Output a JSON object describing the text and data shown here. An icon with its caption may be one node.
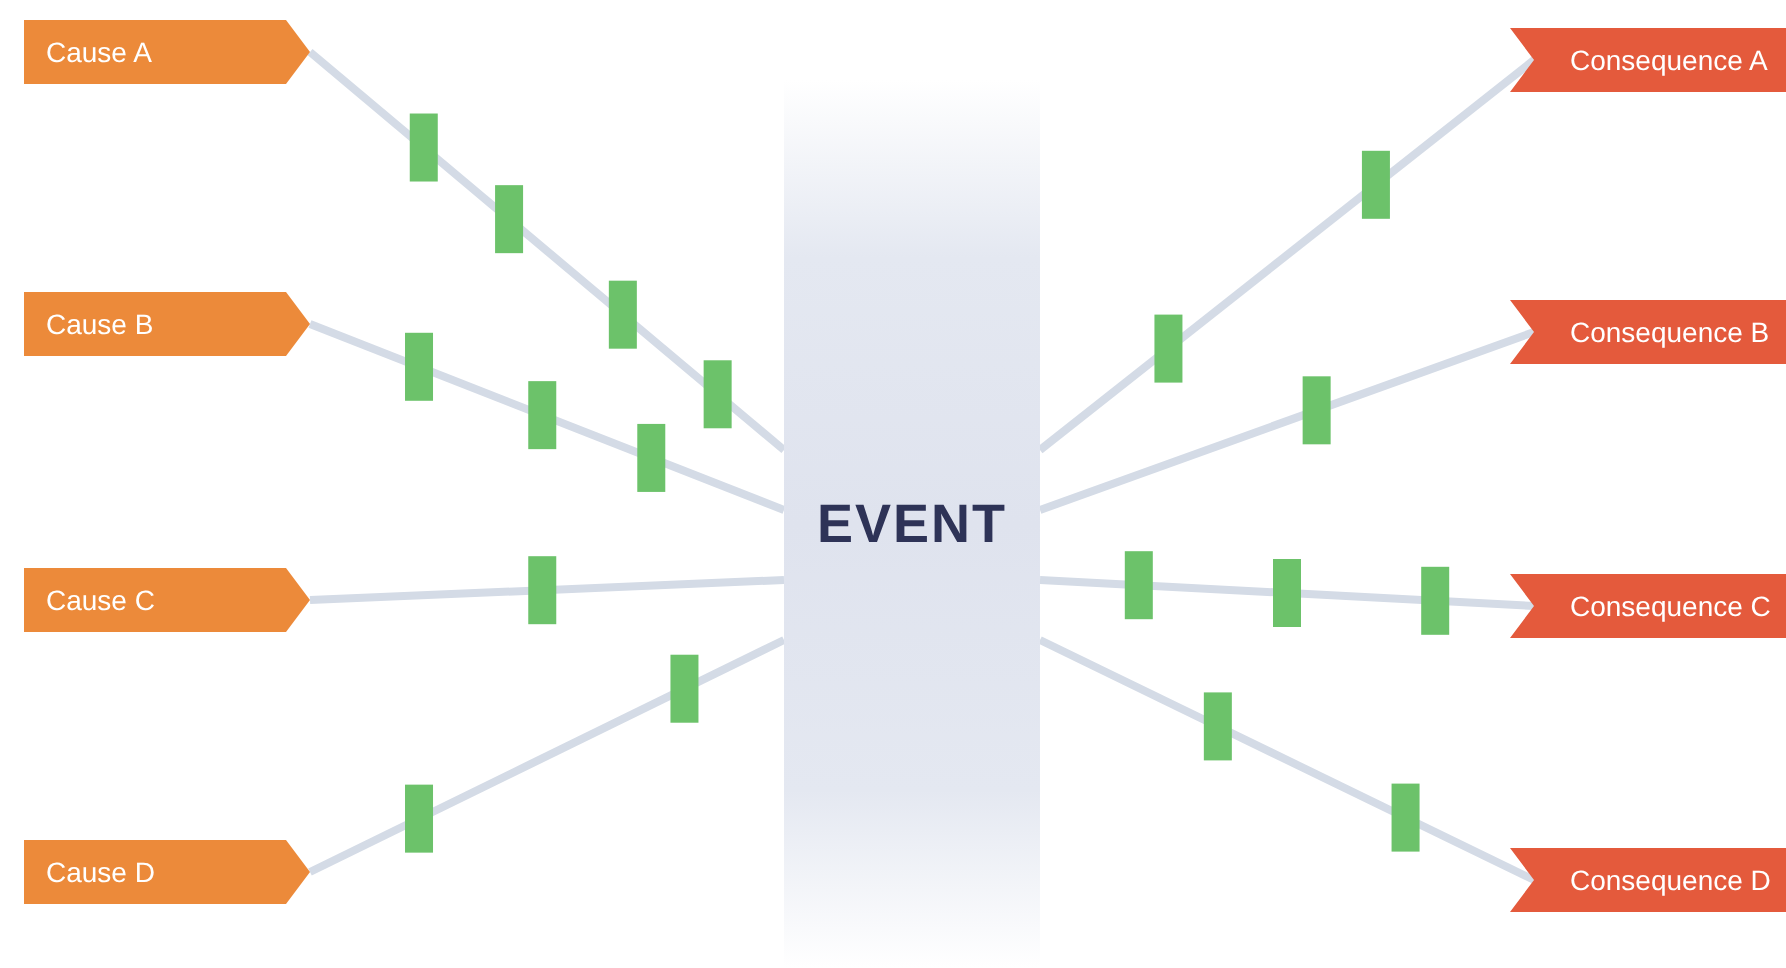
{
  "diagram": {
    "nodes": [
      {
        "text": [
          "Cause A"
        ]
      },
      {
        "text": [
          "Cause B"
        ]
      },
      {
        "text": [
          "Cause C"
        ]
      },
      {
        "text": [
          "Cause D"
        ]
      },
      {
        "text": [
          "EVENT"
        ]
      },
      {
        "text": [
          "Consequence A"
        ]
      },
      {
        "text": [
          "Consequence B"
        ]
      },
      {
        "text": [
          "Consequence C"
        ]
      },
      {
        "text": [
          "Consequence D"
        ]
      }
    ],
    "edges": [
      {
        "from": 0,
        "to": 4,
        "arrow": "none"
      },
      {
        "from": 1,
        "to": 4,
        "arrow": "none"
      },
      {
        "from": 2,
        "to": 4,
        "arrow": "none"
      },
      {
        "from": 3,
        "to": 4,
        "arrow": "none"
      },
      {
        "from": 4,
        "to": 5,
        "arrow": "none"
      },
      {
        "from": 4,
        "to": 6,
        "arrow": "none"
      },
      {
        "from": 4,
        "to": 7,
        "arrow": "none"
      },
      {
        "from": 4,
        "to": 8,
        "arrow": "none"
      }
    ]
  }
}
